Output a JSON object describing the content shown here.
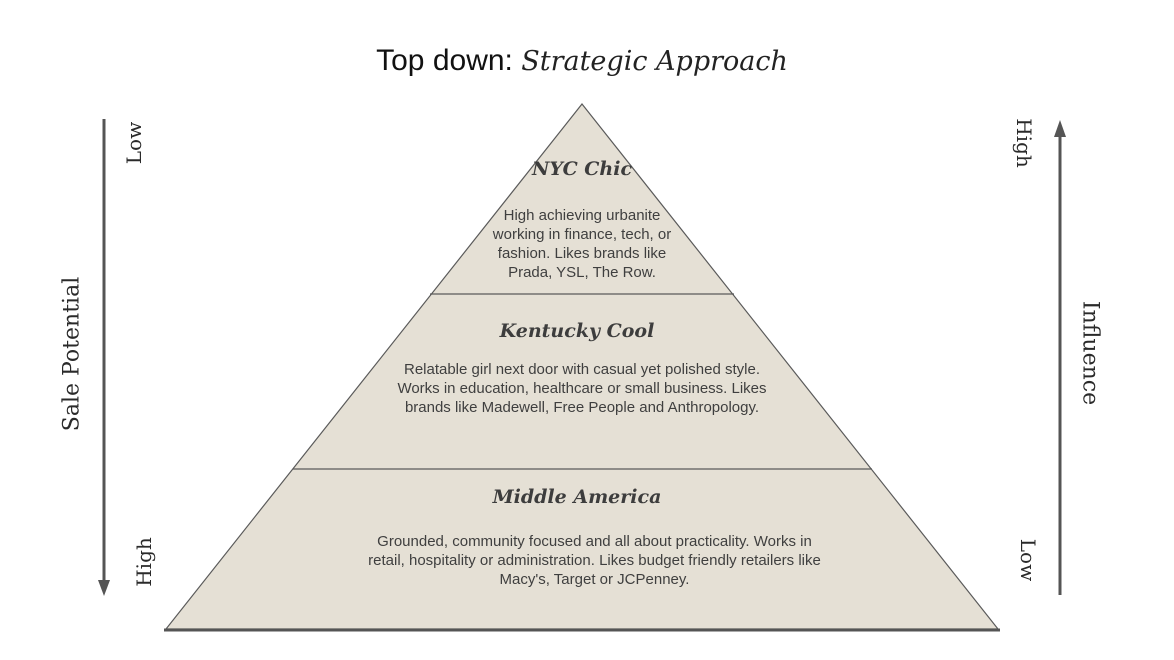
{
  "title": {
    "main": "Top down:",
    "sub": "Strategic Approach"
  },
  "left_axis": {
    "label": "Sale Potential",
    "top": "Low",
    "bottom": "High",
    "direction": "down"
  },
  "right_axis": {
    "label": "Influence",
    "top": "High",
    "bottom": "Low",
    "direction": "up"
  },
  "tiers": [
    {
      "title": "NYC Chic",
      "description": "High achieving urbanite working in finance, tech, or fashion. Likes brands like Prada, YSL, The Row."
    },
    {
      "title": "Kentucky Cool",
      "description": "Relatable girl next door with casual yet polished style. Works in education, healthcare or small business. Likes brands like Madewell, Free People and Anthropology."
    },
    {
      "title": "Middle America",
      "description": "Grounded, community focused and all about practicality.  Works in retail, hospitality or administration. Likes budget friendly retailers like Macy's, Target or JCPenney."
    }
  ],
  "colors": {
    "pyramid_fill": "#e5e0d5",
    "pyramid_stroke": "#5a5a5a",
    "arrow": "#555555"
  }
}
